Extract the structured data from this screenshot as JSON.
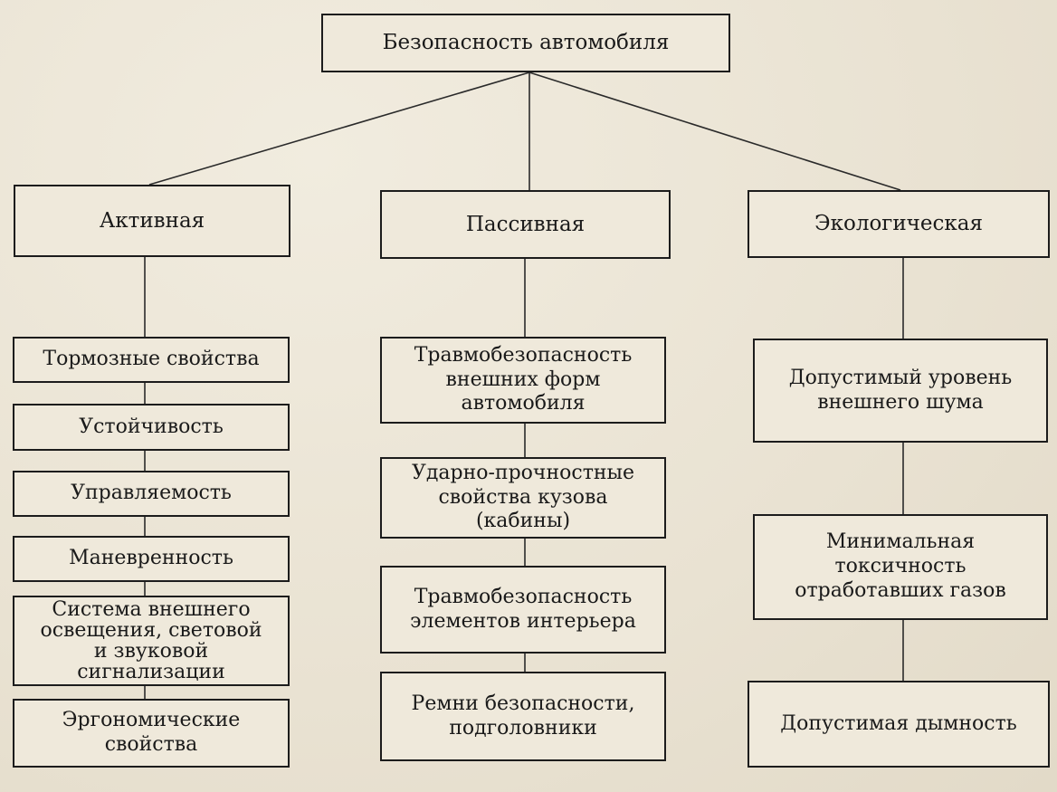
{
  "diagram": {
    "root": "Безопасность автомобиля",
    "categories": [
      "Активная",
      "Пассивная",
      "Экологическая"
    ],
    "active_items": [
      "Тормозные свойства",
      "Устойчивость",
      "Управляемость",
      "Маневренность",
      "Система внешнего\nосвещения, световой\nи звуковой\nсигнализации",
      "Эргономические\nсвойства"
    ],
    "passive_items": [
      "Травмобезопасность\nвнешних форм\nавтомобиля",
      "Ударно-прочностные\nсвойства кузова\n(кабины)",
      "Травмобезопасность\nэлементов интерьера",
      "Ремни безопасности,\nподголовники"
    ],
    "ecological_items": [
      "Допустимый уровень\nвнешнего шума",
      "Минимальная\nтоксичность\nотработавших газов",
      "Допустимая дымность"
    ]
  }
}
